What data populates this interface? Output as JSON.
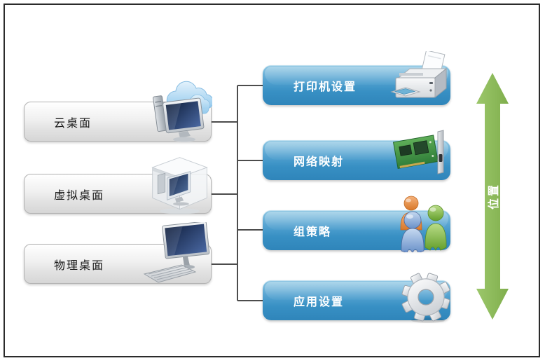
{
  "diagram": {
    "left_nodes": [
      {
        "label": "云桌面",
        "icon": "cloud-desktop-icon"
      },
      {
        "label": "虚拟桌面",
        "icon": "virtual-desktop-icon"
      },
      {
        "label": "物理桌面",
        "icon": "physical-desktop-icon"
      }
    ],
    "right_nodes": [
      {
        "label": "打印机设置",
        "icon": "printer-icon"
      },
      {
        "label": "网络映射",
        "icon": "network-card-icon"
      },
      {
        "label": "组策略",
        "icon": "group-users-icon"
      },
      {
        "label": "应用设置",
        "icon": "gear-icon"
      }
    ],
    "axis_label": "位置",
    "colors": {
      "right_node_blue_top": "#8ec7e3",
      "right_node_blue_bottom": "#2f85ba",
      "left_node_gray_top": "#ffffff",
      "left_node_gray_bottom": "#d6d6d6",
      "arrow_green": "#8ebd5c",
      "connector_line": "#4c4c4c",
      "border": "#2b2b2b",
      "left_label_text": "#161616",
      "right_label_text": "#ffffff"
    }
  }
}
